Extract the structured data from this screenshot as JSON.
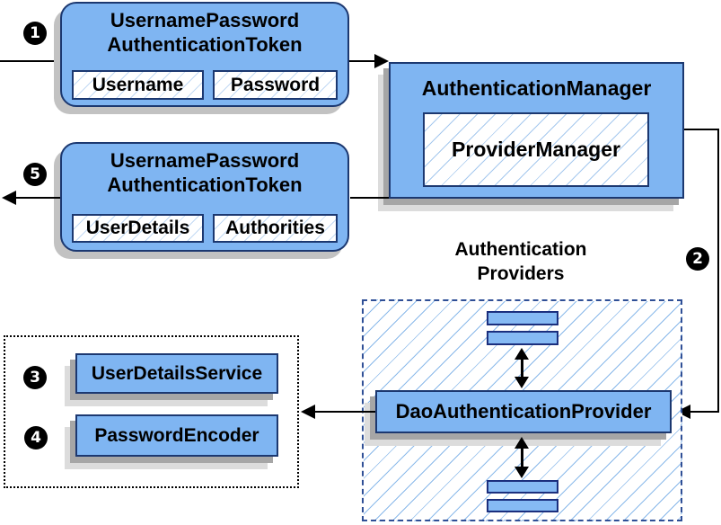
{
  "steps": [
    {
      "n": "1"
    },
    {
      "n": "2"
    },
    {
      "n": "3"
    },
    {
      "n": "4"
    },
    {
      "n": "5"
    }
  ],
  "request_token": {
    "title_line1": "UsernamePassword",
    "title_line2": "AuthenticationToken",
    "fields": [
      "Username",
      "Password"
    ]
  },
  "authentication_manager": {
    "title": "AuthenticationManager",
    "inner_label": "ProviderManager"
  },
  "response_token": {
    "title_line1": "UsernamePassword",
    "title_line2": "AuthenticationToken",
    "fields": [
      "UserDetails",
      "Authorities"
    ]
  },
  "providers": {
    "heading_line1": "Authentication",
    "heading_line2": "Providers",
    "provider_label": "DaoAuthenticationProvider"
  },
  "services": {
    "items": [
      "UserDetailsService",
      "PasswordEncoder"
    ]
  },
  "colors": {
    "box_fill": "#7fb5f2",
    "box_border": "#1c3870",
    "bar_fill": "#86baf4",
    "hatch_line": "#8ab9ea",
    "dashed_border": "#2f4f96",
    "shadow_dark": "#a6a6a6",
    "shadow_light": "#dcdcdc",
    "arrow": "#000000",
    "badge_bg": "#000000",
    "badge_text": "#ffffff"
  }
}
